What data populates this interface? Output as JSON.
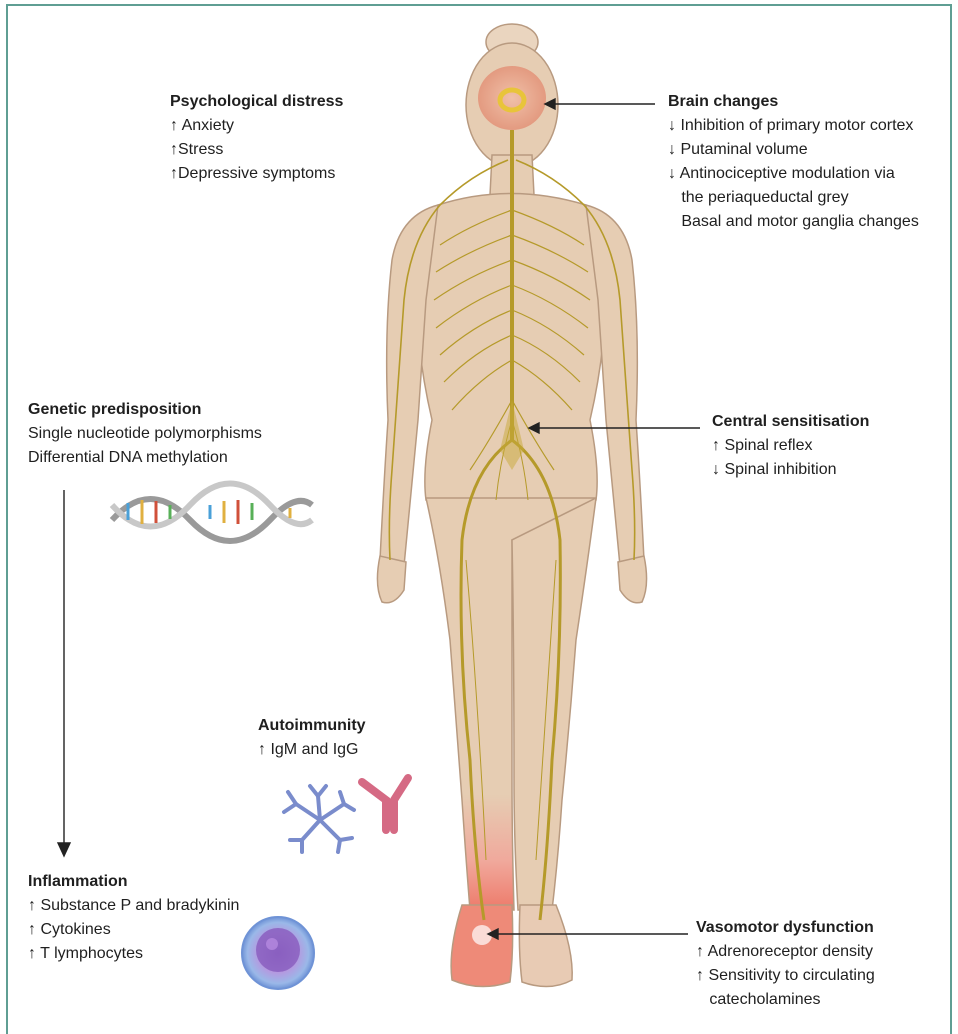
{
  "sections": {
    "psychological": {
      "title": "Psychological distress",
      "lines": [
        "↑ Anxiety",
        "↑Stress",
        "↑Depressive symptoms"
      ]
    },
    "brain": {
      "title": "Brain changes",
      "lines": [
        "↓ Inhibition of primary motor cortex",
        "↓ Putaminal volume",
        "↓ Antinociceptive modulation via",
        "   the periaqueductal grey",
        "   Basal and motor ganglia changes"
      ]
    },
    "genetic": {
      "title": "Genetic predisposition",
      "lines": [
        "Single nucleotide polymorphisms",
        "Differential DNA methylation"
      ]
    },
    "central": {
      "title": "Central sensitisation",
      "lines": [
        "↑ Spinal reflex",
        "↓ Spinal inhibition"
      ]
    },
    "autoimmunity": {
      "title": "Autoimmunity",
      "lines": [
        "↑ IgM and IgG"
      ]
    },
    "inflammation": {
      "title": "Inflammation",
      "lines": [
        "↑ Substance P and bradykinin",
        "↑ Cytokines",
        "↑ T lymphocytes"
      ]
    },
    "vasomotor": {
      "title": "Vasomotor dysfunction",
      "lines": [
        "↑ Adrenoreceptor density",
        "↑ Sensitivity to circulating",
        "   catecholamines"
      ]
    }
  },
  "colors": {
    "border": "#5f9e93",
    "skin": "#e6cdb3",
    "skin_outline": "#b89a80",
    "nerve": "#b59a2a",
    "brain": "#e9a98e",
    "inflamed_foot": "#ee7a6a",
    "antibody_pink": "#e07b93",
    "antibody_blue": "#7f8fd0",
    "cell_purple": "#9a7ad0"
  }
}
